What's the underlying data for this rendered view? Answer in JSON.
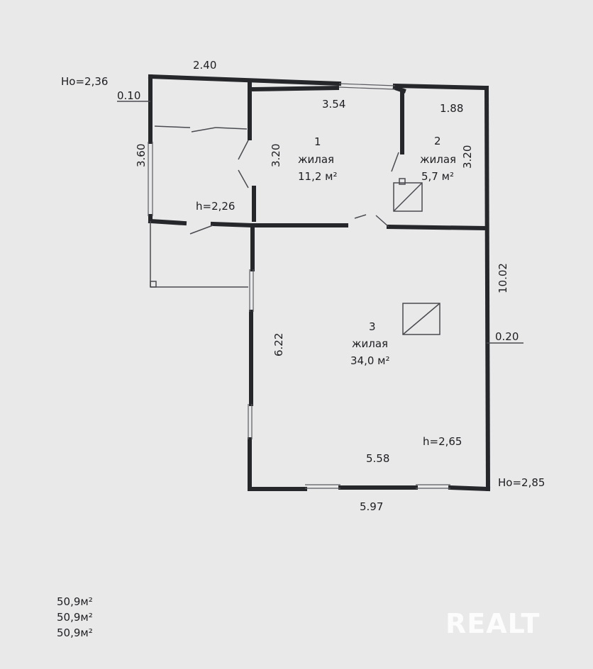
{
  "plan": {
    "heights": {
      "ho_top_left": "Ho=2,36",
      "ho_bottom_right": "Ho=2,85",
      "h_vestibule": "h=2,26",
      "h_room3": "h=2,65"
    },
    "dimensions": {
      "top_2_40": "2.40",
      "wall_0_10": "0.10",
      "left_3_60": "3.60",
      "room1_width": "3.54",
      "room1_height": "3.20",
      "room2_width": "1.88",
      "room2_height": "3.20",
      "right_10_02": "10.02",
      "wall_0_20": "0.20",
      "room3_height": "6.22",
      "room3_width": "5.58",
      "bottom_5_97": "5.97"
    },
    "rooms": [
      {
        "number": "1",
        "type": "жилая",
        "area": "11,2 м²"
      },
      {
        "number": "2",
        "type": "жилая",
        "area": "5,7 м²"
      },
      {
        "number": "3",
        "type": "жилая",
        "area": "34,0 м²"
      }
    ]
  },
  "totals": [
    "50,9м²",
    "50,9м²",
    "50,9м²"
  ],
  "watermark": "REALT",
  "colors": {
    "background": "#e9e9ea",
    "walls": "#26272b"
  }
}
